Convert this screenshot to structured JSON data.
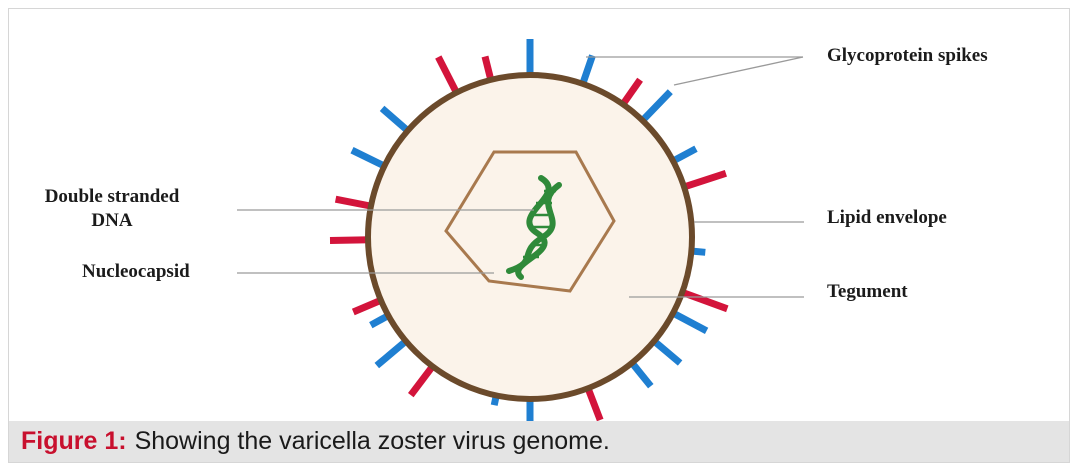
{
  "labels": {
    "glycoprotein": "Glycoprotein spikes",
    "dna_line1": "Double stranded",
    "dna_line2": "DNA",
    "nucleocapsid": "Nucleocapsid",
    "lipid": "Lipid envelope",
    "tegument": "Tegument"
  },
  "caption": {
    "label": "Figure 1:",
    "text": "Showing the varicella zoster virus genome."
  },
  "colors": {
    "envelope": "#6b4a2b",
    "tegument_fill": "#fbf3ea",
    "capsid": "#a8794e",
    "spike_blue": "#1f7fd1",
    "spike_red": "#d3143b",
    "dna_green": "#2f8a3a",
    "leader_line": "#9a9a9a",
    "caption_red": "#c8102e"
  }
}
